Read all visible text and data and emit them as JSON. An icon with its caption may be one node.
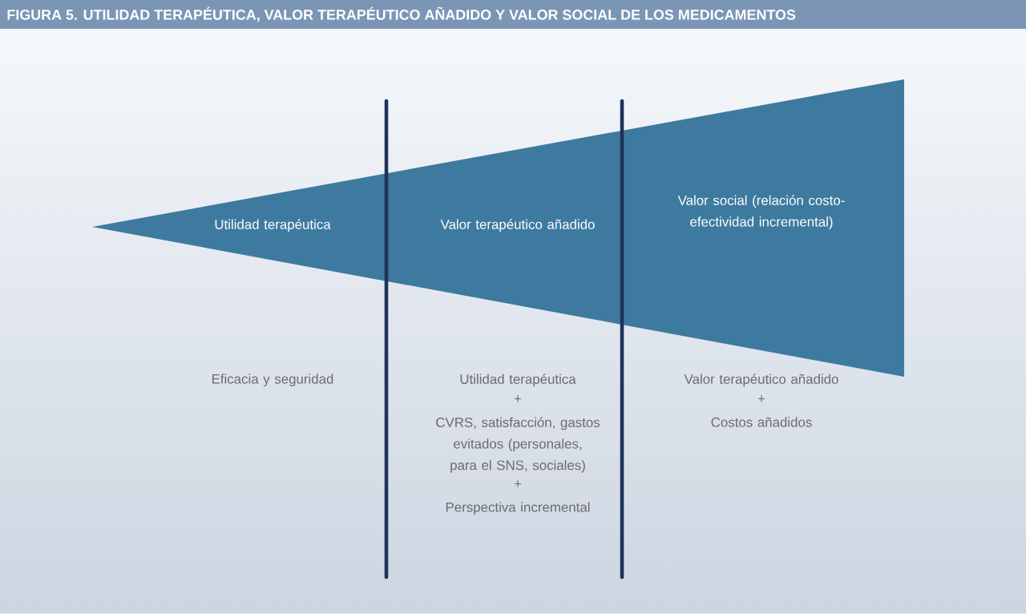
{
  "diagram": {
    "title": "FIGURA 5. UTILIDAD TERAPÉUTICA, VALOR TERAPÉUTICO AÑADIDO Y VALOR SOCIAL DE LOS MEDICAMENTOS",
    "labels": [
      "Utilidad terapéutica",
      "Valor terapéutico añadido",
      "Valor social (relación costo-efectividad incremental)",
      "Eficacia y seguridad",
      "Utilidad terapéutica",
      "+",
      "CVRS, satisfacción, gastos evitados (personales, para el SNS, sociales)",
      "+",
      "Perspectiva incremental",
      "Valor terapéutico añadido",
      "+",
      "Costos añadidos"
    ]
  }
}
